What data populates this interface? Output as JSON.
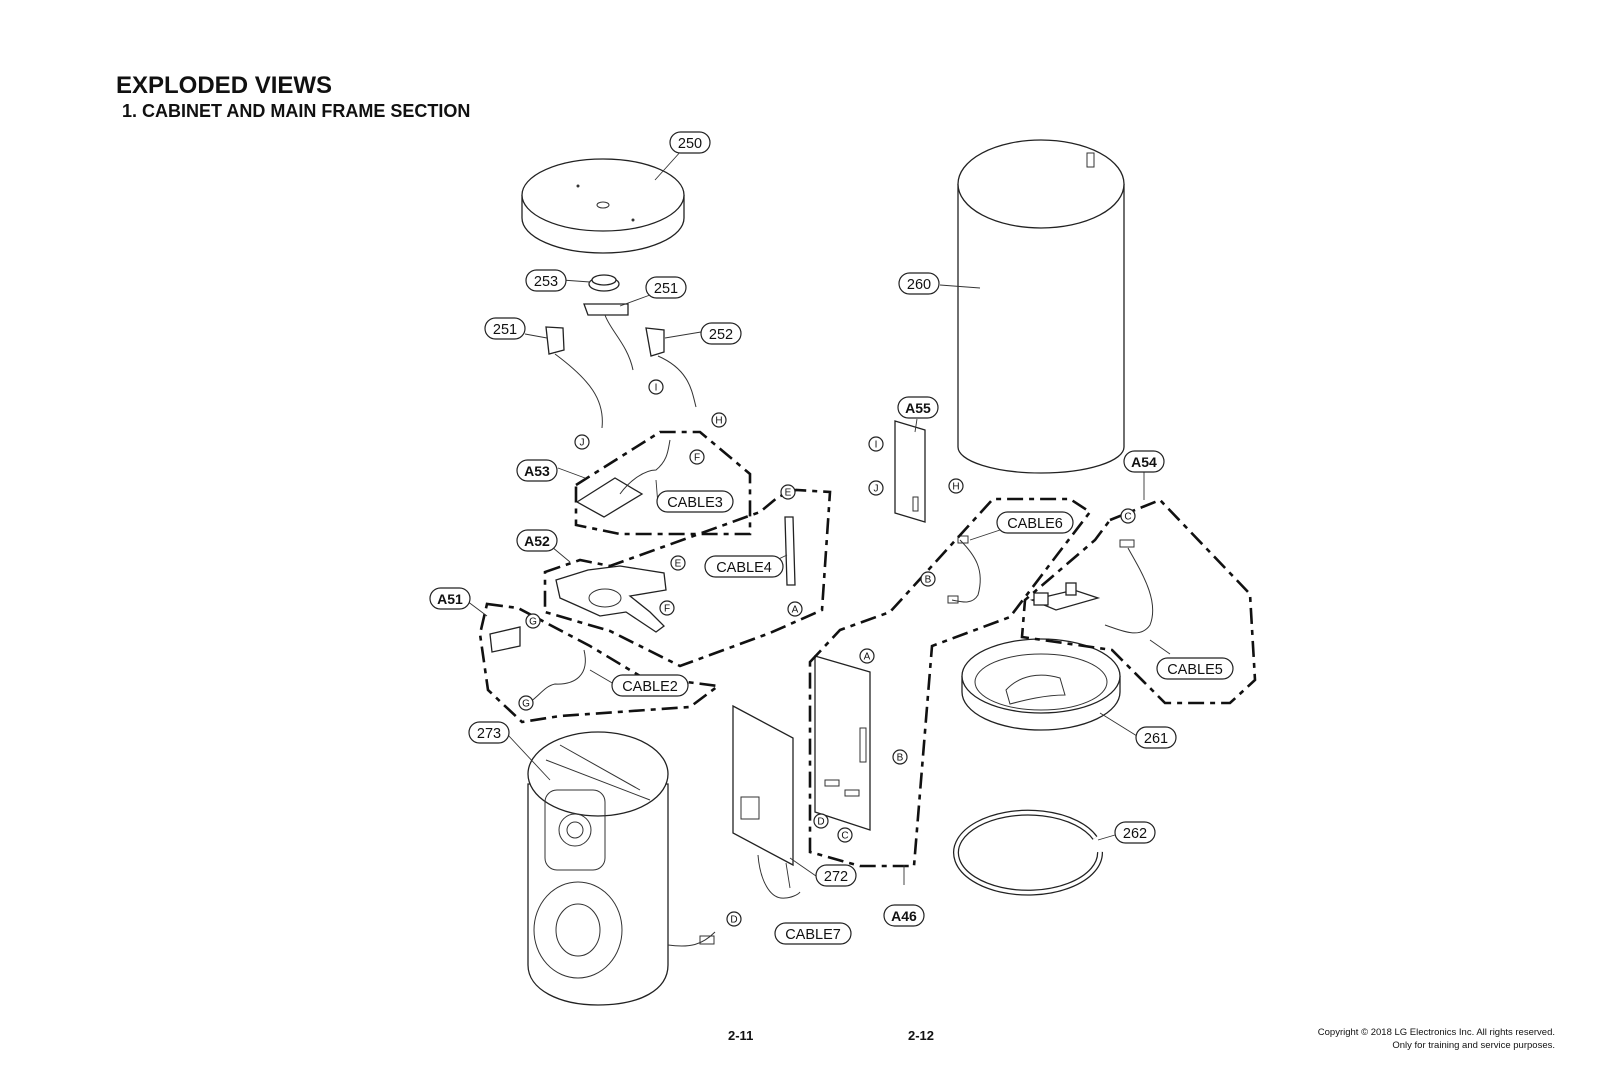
{
  "header": {
    "title": "EXPLODED VIEWS",
    "subtitle": "1. CABINET AND MAIN FRAME SECTION"
  },
  "footer": {
    "page_left": "2-11",
    "page_right": "2-12",
    "copyright_line1": "Copyright © 2018 LG Electronics Inc. All rights reserved.",
    "copyright_line2": "Only for training and service purposes."
  },
  "labels": {
    "p250": "250",
    "p253": "253",
    "p251a": "251",
    "p251b": "251",
    "p252": "252",
    "p260": "260",
    "p261": "261",
    "p262": "262",
    "p272": "272",
    "p273": "273",
    "a51": "A51",
    "a52": "A52",
    "a53": "A53",
    "a54": "A54",
    "a55": "A55",
    "a46": "A46",
    "cable2": "CABLE2",
    "cable3": "CABLE3",
    "cable4": "CABLE4",
    "cable5": "CABLE5",
    "cable6": "CABLE6",
    "cable7": "CABLE7"
  },
  "connectors": {
    "A": "A",
    "B": "B",
    "C": "C",
    "D": "D",
    "E": "E",
    "F": "F",
    "G": "G",
    "H": "H",
    "I": "I",
    "J": "J"
  }
}
